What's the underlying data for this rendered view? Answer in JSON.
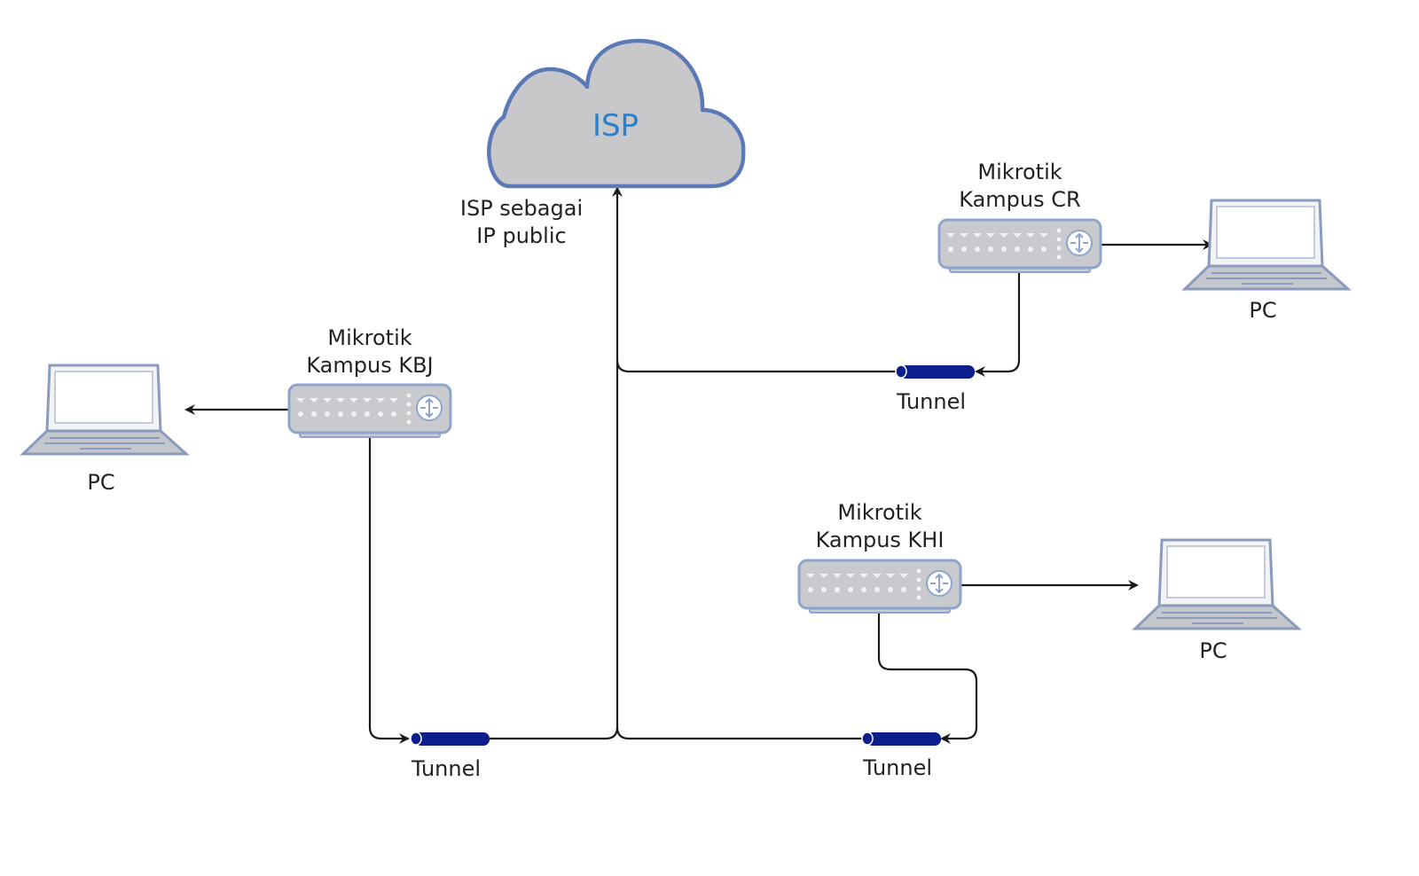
{
  "diagram": {
    "isp": {
      "label": "ISP",
      "caption_line1": "ISP sebagai",
      "caption_line2": "IP public"
    },
    "routers": {
      "kbj": {
        "line1": "Mikrotik",
        "line2": "Kampus KBJ"
      },
      "cr": {
        "line1": "Mikrotik",
        "line2": "Kampus CR"
      },
      "khi": {
        "line1": "Mikrotik",
        "line2": "Kampus KHI"
      }
    },
    "pcs": {
      "kbj": "PC",
      "cr": "PC",
      "khi": "PC"
    },
    "tunnels": {
      "kbj": "Tunnel",
      "cr": "Tunnel",
      "khi": "Tunnel"
    }
  },
  "colors": {
    "cloud_fill": "#c8c8ca",
    "cloud_stroke": "#5b79b6",
    "isp_text": "#2e7fc6",
    "device_fill": "#c9cacd",
    "device_stroke": "#8fa4cc",
    "tunnel": "#0d1f8c",
    "line": "#1a1a1a"
  }
}
